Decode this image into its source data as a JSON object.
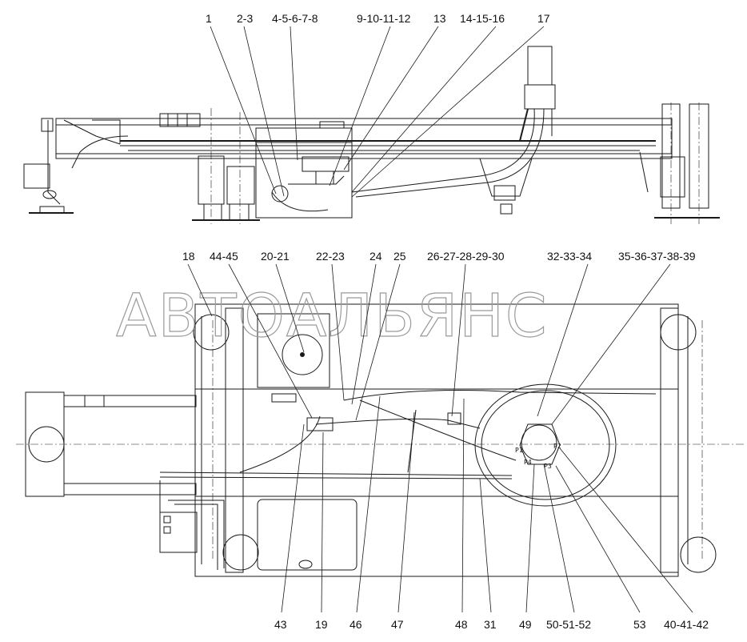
{
  "watermark": "АВТОАЛЬЯНС",
  "valve_ports": {
    "p1": "P1",
    "p2": "P2",
    "p3": "P3",
    "p4": "P4"
  },
  "callouts_top": [
    "1",
    "2-3",
    "4-5-6-7-8",
    "9-10-11-12",
    "13",
    "14-15-16",
    "17"
  ],
  "callouts_middle": [
    "18",
    "44-45",
    "20-21",
    "22-23",
    "24",
    "25",
    "26-27-28-29-30",
    "32-33-34",
    "35-36-37-38-39"
  ],
  "callouts_bottom": [
    "43",
    "19",
    "46",
    "47",
    "48",
    "31",
    "49",
    "50-51-52",
    "53",
    "40-41-42"
  ]
}
